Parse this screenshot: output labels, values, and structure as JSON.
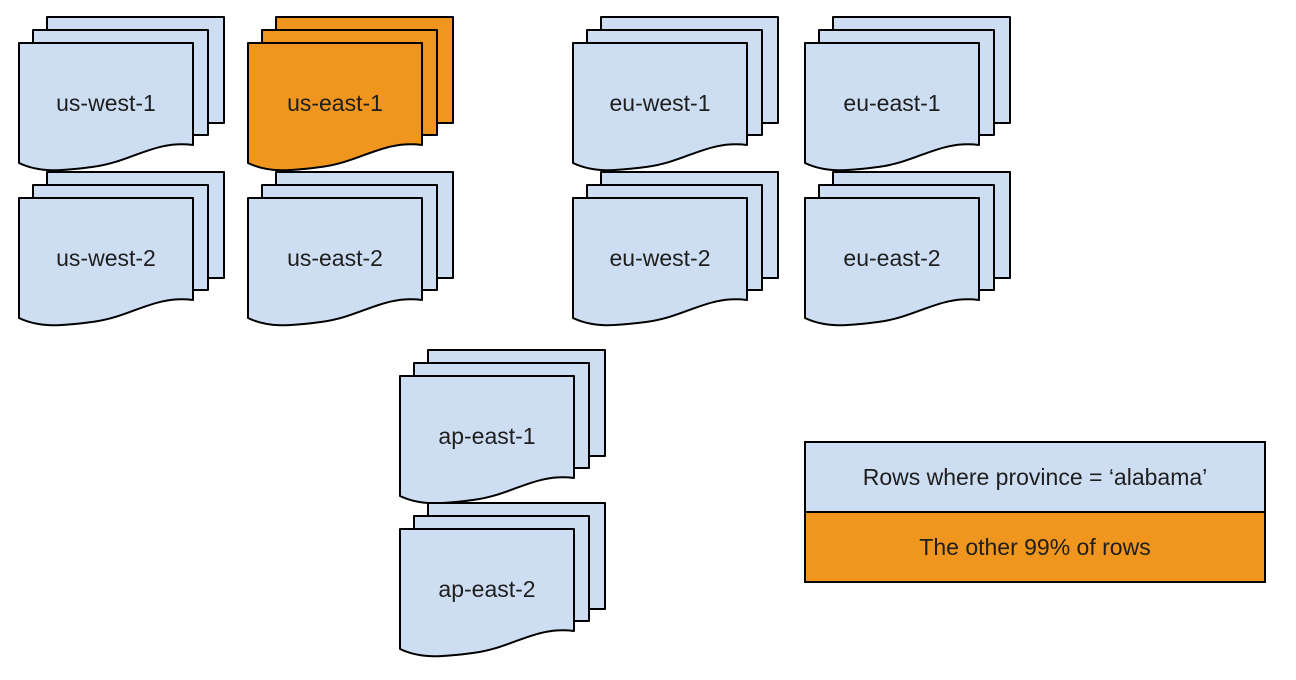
{
  "colors": {
    "blue": "#CEDEF2",
    "orange": "#F0961E",
    "stroke": "#000000",
    "text": "#1e1e1e"
  },
  "stacks": [
    {
      "id": "us-west-1",
      "label": "us-west-1",
      "color": "blue"
    },
    {
      "id": "us-east-1",
      "label": "us-east-1",
      "color": "orange"
    },
    {
      "id": "eu-west-1",
      "label": "eu-west-1",
      "color": "blue"
    },
    {
      "id": "eu-east-1",
      "label": "eu-east-1",
      "color": "blue"
    },
    {
      "id": "us-west-2",
      "label": "us-west-2",
      "color": "blue"
    },
    {
      "id": "us-east-2",
      "label": "us-east-2",
      "color": "blue"
    },
    {
      "id": "eu-west-2",
      "label": "eu-west-2",
      "color": "blue"
    },
    {
      "id": "eu-east-2",
      "label": "eu-east-2",
      "color": "blue"
    },
    {
      "id": "ap-east-1",
      "label": "ap-east-1",
      "color": "blue"
    },
    {
      "id": "ap-east-2",
      "label": "ap-east-2",
      "color": "blue"
    }
  ],
  "legend": {
    "items": [
      {
        "label": "Rows where province = ‘alabama’",
        "color": "blue"
      },
      {
        "label": "The other 99% of rows",
        "color": "orange"
      }
    ]
  }
}
